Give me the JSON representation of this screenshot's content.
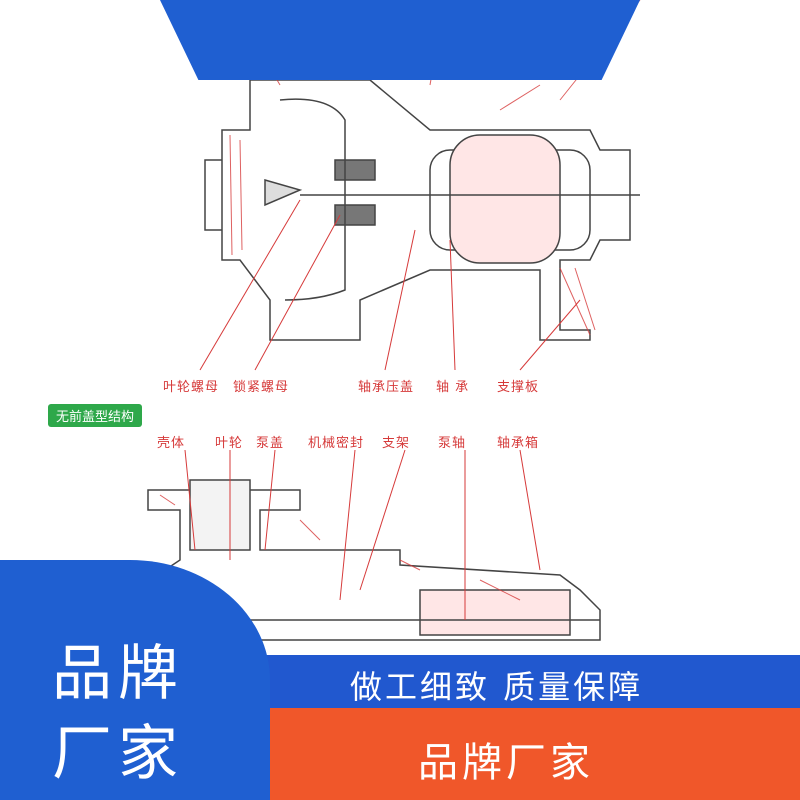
{
  "top_labels": [
    "叶轮螺母",
    "锁紧螺母",
    "轴承压盖",
    "轴 承",
    "支撑板"
  ],
  "section_tag": "无前盖型结构",
  "bottom_labels": [
    "壳体",
    "叶轮",
    "泵盖",
    "机械密封",
    "支架",
    "泵轴",
    "轴承箱"
  ],
  "brand_line1": "品牌",
  "brand_line2": "厂家",
  "slogan": "做工细致  质量保障",
  "bottom_brand": "品牌厂家",
  "colors": {
    "blue": "#1f5fd1",
    "orange": "#f0572a",
    "drawing_red": "#d63a3a",
    "tag_green": "#2ea84a"
  }
}
